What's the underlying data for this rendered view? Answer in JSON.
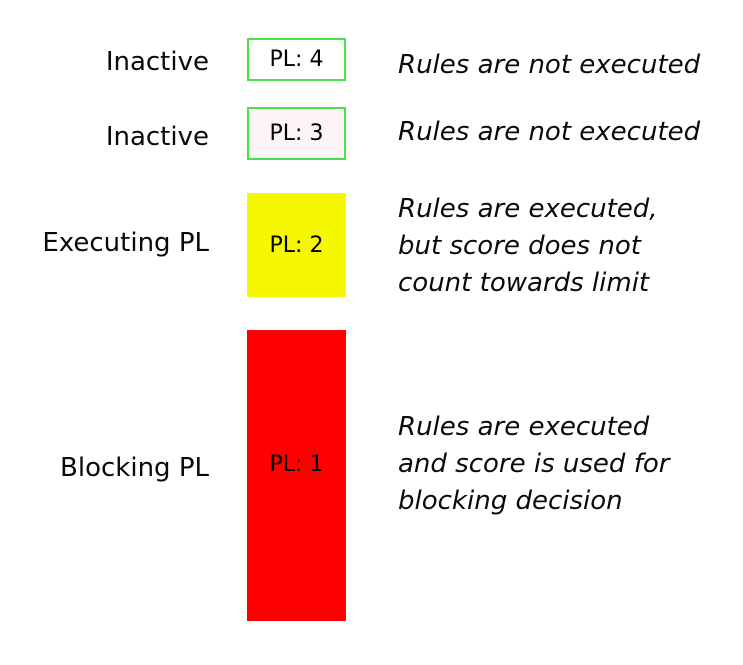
{
  "diagram": {
    "rows": [
      {
        "label": "Inactive",
        "box_text": "PL: 4",
        "description": "Rules are not executed",
        "box_fill": "#ffffff",
        "box_border": "#47e247"
      },
      {
        "label": "Inactive",
        "box_text": "PL: 3",
        "description": "Rules are not executed",
        "box_fill": "#fdf4fa",
        "box_border": "#47e247"
      },
      {
        "label": "Executing PL",
        "box_text": "PL: 2",
        "description": "Rules are executed,\nbut score does not\ncount towards limit",
        "box_fill": "#f5f800",
        "box_border": null
      },
      {
        "label": "Blocking PL",
        "box_text": "PL: 1",
        "description": "Rules are executed\nand score is used for\nblocking decision",
        "box_fill": "#fe0000",
        "box_border": null
      }
    ],
    "colors": {
      "background": "#ffffff",
      "text": "#0a0a0a",
      "green_border": "#47e247",
      "yellow_fill": "#f5f800",
      "red_fill": "#fe0000",
      "pale_pink_fill": "#fdf4fa",
      "white_fill": "#ffffff"
    }
  }
}
